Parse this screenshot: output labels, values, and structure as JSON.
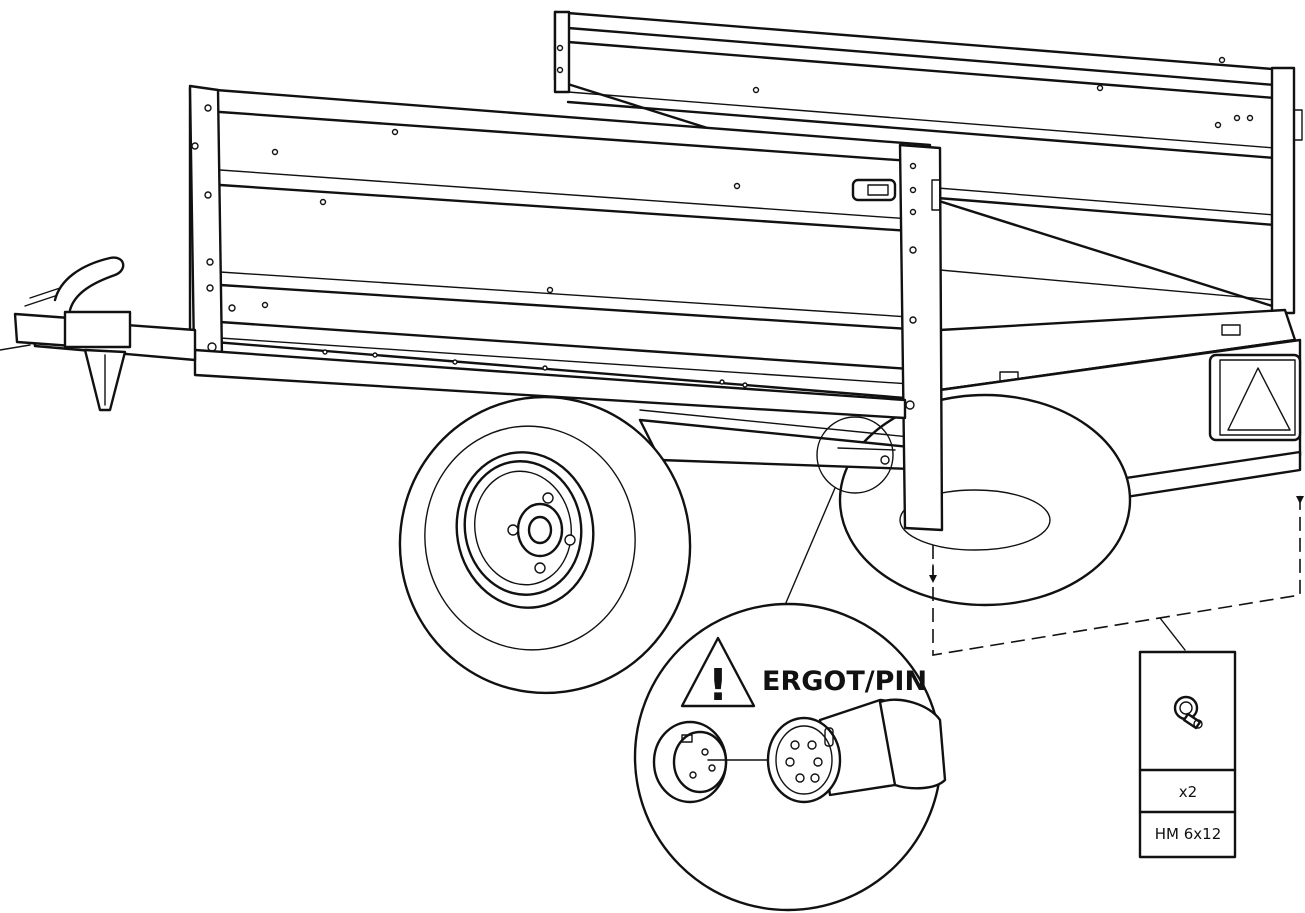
{
  "callout": {
    "warning_symbol": "!",
    "label": "ERGOT/PIN"
  },
  "parts_box": {
    "icon": "bolt-nut-icon",
    "quantity": "x2",
    "reference": "HM 6x12"
  }
}
